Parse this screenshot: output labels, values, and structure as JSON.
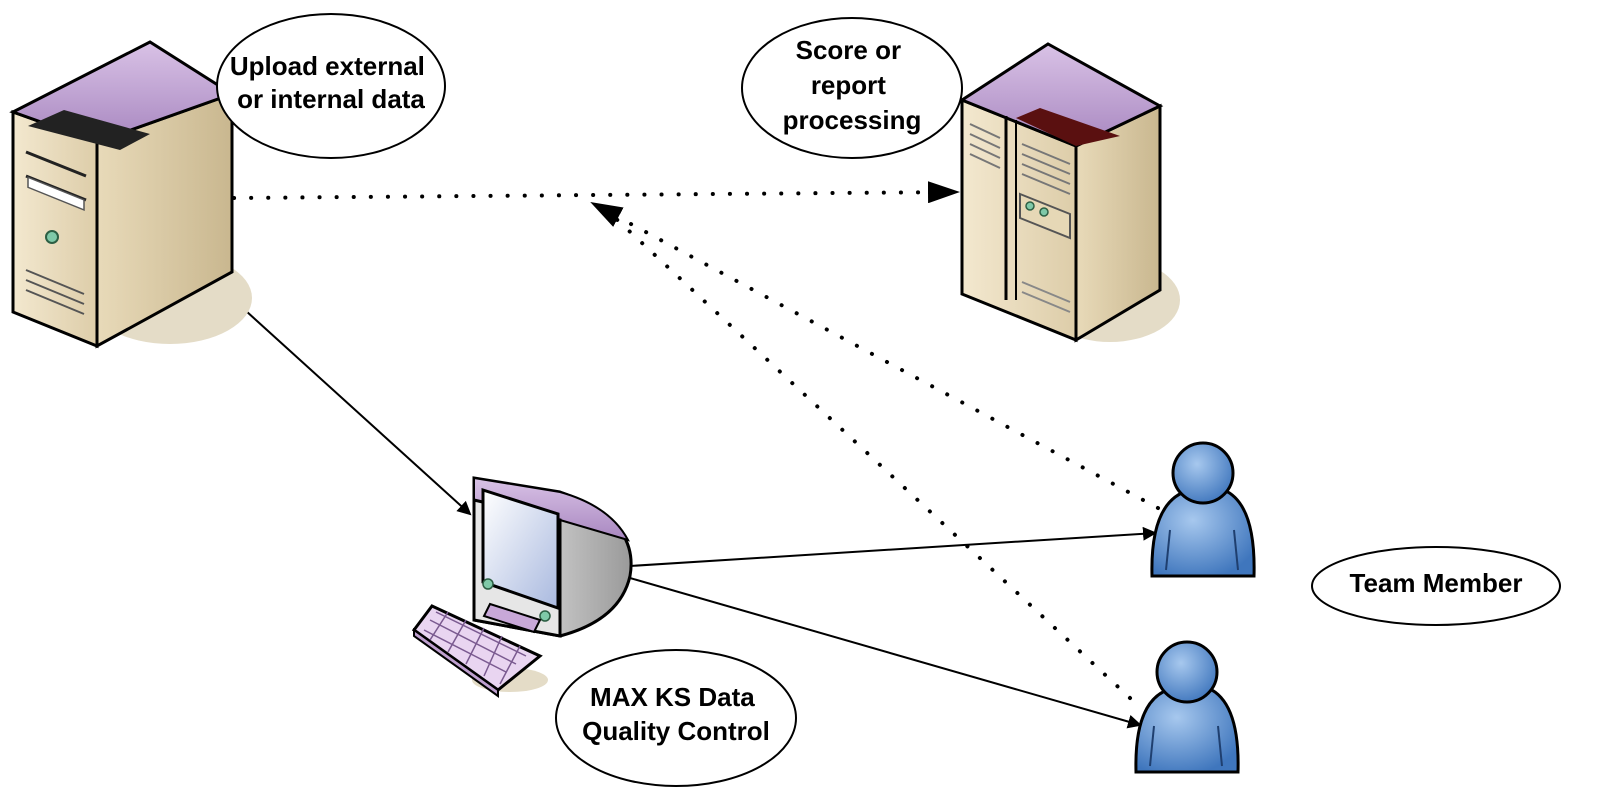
{
  "labels": {
    "upload": [
      "Upload external",
      "or internal data"
    ],
    "score": [
      "Score or",
      "report",
      "processing"
    ],
    "team": [
      "Team Member"
    ],
    "qc": [
      "MAX KS Data",
      "Quality Control"
    ]
  },
  "icons": {
    "left_server": "tower-server-icon",
    "right_server": "double-door-server-icon",
    "workstation": "desktop-computer-icon",
    "keyboard": "keyboard-icon",
    "person_top": "user-icon",
    "person_bottom": "user-icon"
  },
  "colors": {
    "beige": "#e9dcbf",
    "beige_dark": "#cdbb96",
    "purple_top": "#c8a8d8",
    "person_blue": "#5b8fcf",
    "shadow": "#e4dcc7"
  }
}
